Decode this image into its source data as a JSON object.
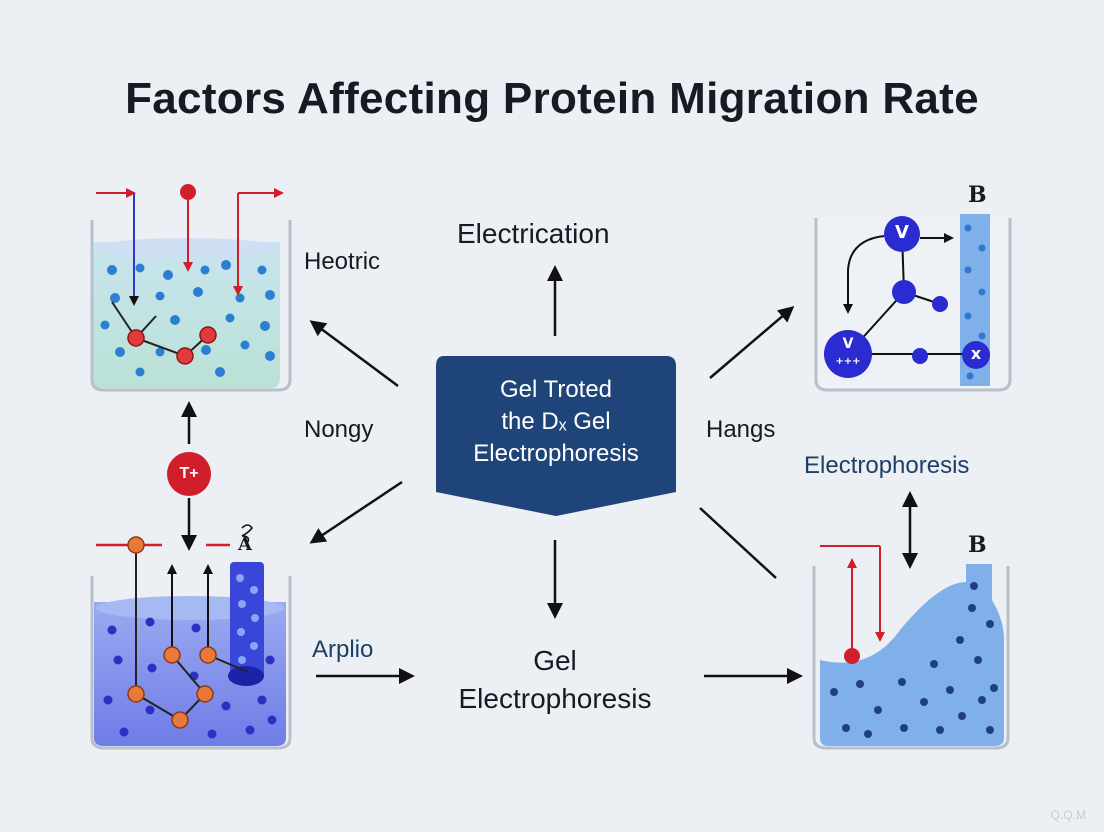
{
  "title": "Factors Affecting Protein Migration Rate",
  "center_box": {
    "line1": "Gel Troted",
    "line2": "the Dₓ Gel",
    "line3": "Electrophoresis"
  },
  "labels": {
    "top": "Electrication",
    "heotric": "Heotric",
    "nongy": "Nongy",
    "hangs": "Hangs",
    "electrophoresis_right": "Electrophoresis",
    "arplio": "Arplio",
    "bottom_line1": "Gel",
    "bottom_line2": "Electrophoresis"
  },
  "badges": {
    "t_plus": "T+",
    "a_mark": "A",
    "b_top": "B",
    "b_bottom": "B",
    "node_v": "V",
    "node_v2": "V",
    "node_plus": "+++",
    "node_x": "x"
  },
  "watermark": "Q.Q.M",
  "colors": {
    "center_box": "#1f4479",
    "red": "#d01f2a",
    "blue_node": "#2a2bd0",
    "orange_node": "#e8793a",
    "teal_fill": "#bfe3dc",
    "violet_fill": "#7a86ee",
    "gel_blue": "#7fb0ea"
  }
}
